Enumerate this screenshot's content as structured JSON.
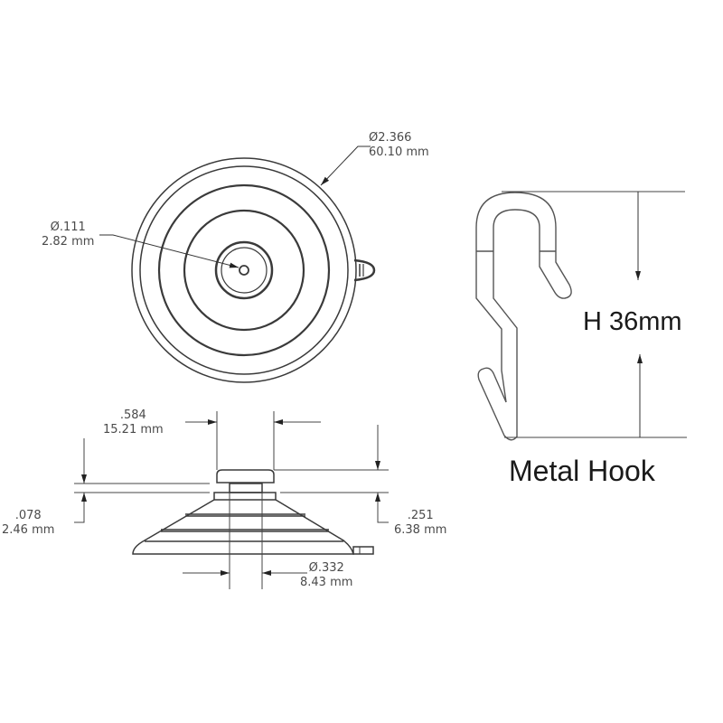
{
  "top_view": {
    "outer_diameter": {
      "imperial": "Ø2.366",
      "metric": "60.10 mm"
    },
    "center_hole": {
      "imperial": "Ø.111",
      "metric": "2.82 mm"
    }
  },
  "side_view": {
    "knob_width": {
      "imperial": ".584",
      "metric": "15.21 mm"
    },
    "knob_height": {
      "imperial": ".078",
      "metric": "2.46 mm"
    },
    "total_height": {
      "imperial": ".251",
      "metric": "6.38 mm"
    },
    "neck_diameter": {
      "imperial": "Ø.332",
      "metric": "8.43 mm"
    }
  },
  "hook": {
    "height_label": "H 36mm",
    "title": "Metal Hook"
  },
  "colors": {
    "line": "#3a3a3a",
    "text": "#4a4a4a",
    "hook_text": "#1a1a1a"
  }
}
